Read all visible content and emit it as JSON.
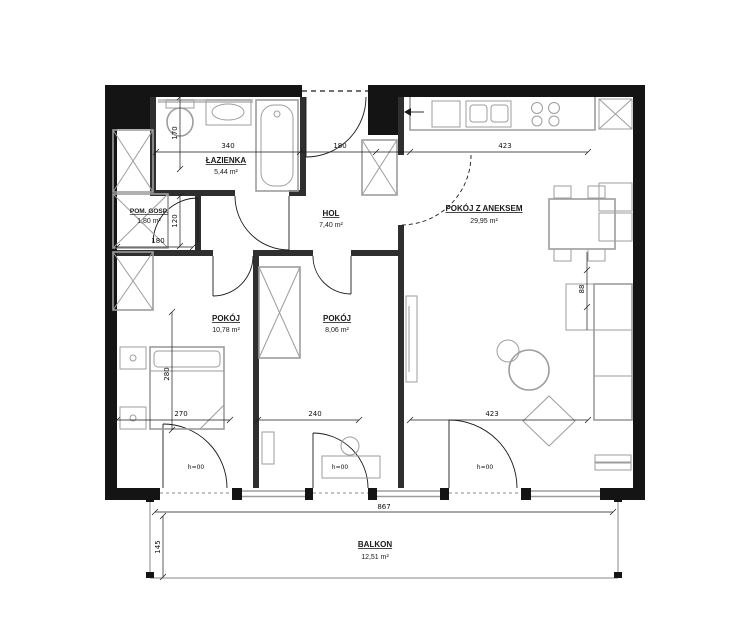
{
  "rooms": [
    {
      "name": "ŁAZIENKA",
      "area": "5,44 m²"
    },
    {
      "name": "POM. GOSP.",
      "area": "1,80 m²"
    },
    {
      "name": "HOL",
      "area": "7,40 m²"
    },
    {
      "name": "POKÓJ Z ANEKSEM",
      "area": "29,95 m²"
    },
    {
      "name": "POKÓJ",
      "area": "10,78 m²"
    },
    {
      "name": "POKÓJ",
      "area": "8,06 m²"
    },
    {
      "name": "BALKON",
      "area": "12,51 m²"
    }
  ],
  "dimensions": {
    "bathroom_width": "340",
    "entry_width": "180",
    "kitchen_wall": "423",
    "left_top": "170",
    "pom_gosp_height": "120",
    "pom_gosp_width": "180",
    "bedroom_height": "280",
    "bedroom_width": "270",
    "small_room_width": "240",
    "living_width": "423",
    "living_right": "88",
    "balcony_width": "867",
    "balcony_depth": "145"
  },
  "sill_labels": [
    "h=00",
    "h=00",
    "h=00"
  ],
  "colors": {
    "wall": "#141414",
    "interior_wall": "#2f2f2f",
    "fixture": "#9d9d9d",
    "dimension": "#1a1a1a",
    "background": "#ffffff"
  }
}
